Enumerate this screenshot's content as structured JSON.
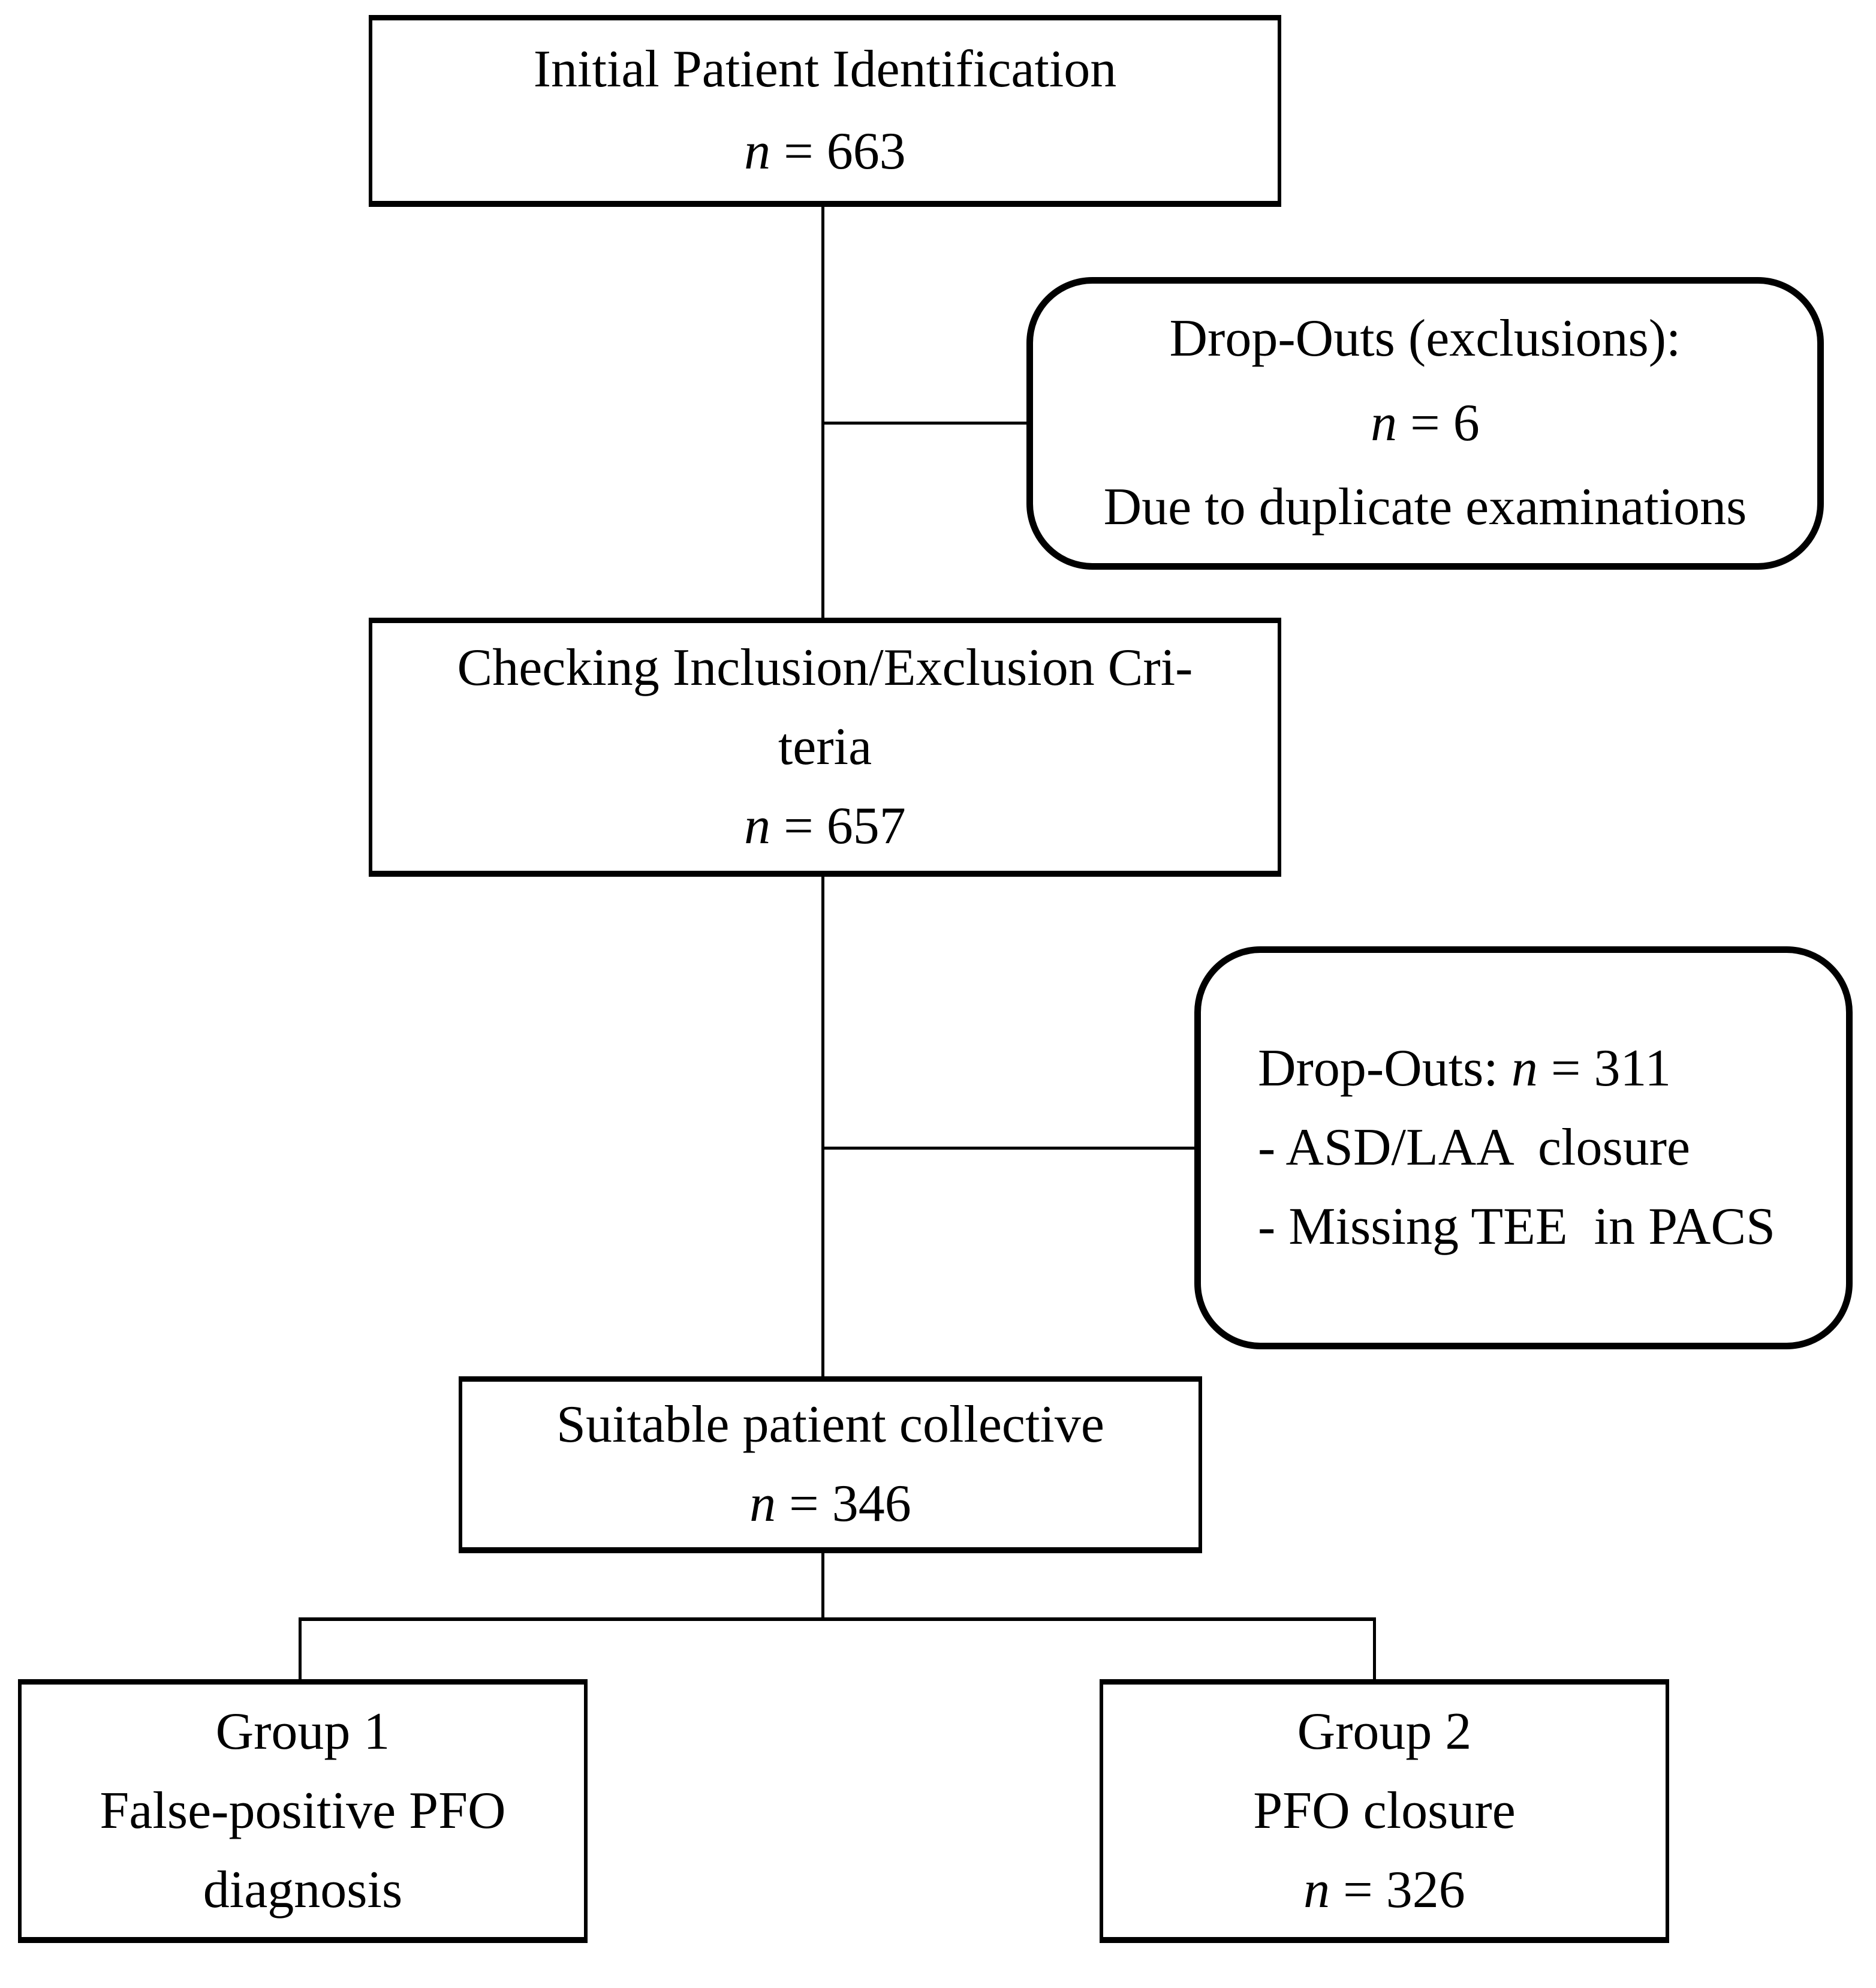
{
  "figure": {
    "type": "flowchart",
    "colors": {
      "stroke": "#000000",
      "background": "#ffffff",
      "text": "#000000"
    },
    "boxes": {
      "initial": {
        "line1": "Initial Patient Identification",
        "n_it": "n",
        "n_rest": " = 663"
      },
      "dropout_exclusions": {
        "line1": "Drop-Outs (exclusions):",
        "n_it": "n",
        "n_rest": " = 6",
        "line3": "Due to duplicate examinations"
      },
      "checking": {
        "line1": "Checking Inclusion/Exclusion Cri-",
        "line2": "teria",
        "n_it": "n",
        "n_rest": " = 657"
      },
      "dropouts_311": {
        "pre": "Drop-Outs: ",
        "n_it": "n",
        "n_rest": " = 311",
        "bullet1": "- ASD/LAA  closure",
        "bullet2": "- Missing TEE  in PACS"
      },
      "suitable": {
        "line1": "Suitable patient collective",
        "n_it": "n",
        "n_rest": " = 346"
      },
      "group1": {
        "line1": "Group 1",
        "line2": "False-positive PFO",
        "line3": "diagnosis"
      },
      "group2": {
        "line1": "Group 2",
        "line2": "PFO closure",
        "n_it": "n",
        "n_rest": " = 326"
      }
    }
  }
}
